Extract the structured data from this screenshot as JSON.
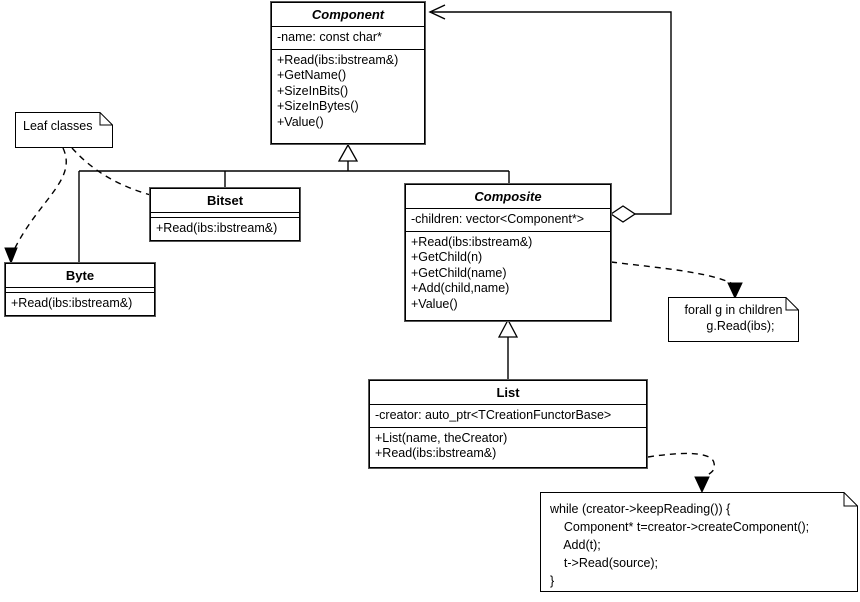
{
  "diagram": {
    "title": "Component / Composite UML class diagram",
    "background": "#ffffff",
    "line_color": "#000000"
  },
  "classes": [
    {
      "id": "component",
      "name": "Component",
      "abstract": true,
      "attributes": [
        "-name: const char*"
      ],
      "operations": [
        "+Read(ibs:ibstream&)",
        "+GetName()",
        "+SizeInBits()",
        "+SizeInBytes()",
        "+Value()"
      ]
    },
    {
      "id": "bitset",
      "name": "Bitset",
      "abstract": false,
      "attributes": [],
      "operations": [
        "+Read(ibs:ibstream&)"
      ]
    },
    {
      "id": "byte",
      "name": "Byte",
      "abstract": false,
      "attributes": [],
      "operations": [
        "+Read(ibs:ibstream&)"
      ]
    },
    {
      "id": "composite",
      "name": "Composite",
      "abstract": true,
      "attributes": [
        "-children: vector<Component*>"
      ],
      "operations": [
        "+Read(ibs:ibstream&)",
        "+GetChild(n)",
        "+GetChild(name)",
        "+Add(child,name)",
        "+Value()"
      ]
    },
    {
      "id": "list",
      "name": "List",
      "abstract": false,
      "attributes": [
        "-creator: auto_ptr<TCreationFunctorBase>"
      ],
      "operations": [
        "+List(name, theCreator)",
        "+Read(ibs:ibstream&)"
      ]
    }
  ],
  "notes": [
    {
      "id": "leaf-note",
      "text": "Leaf classes"
    },
    {
      "id": "forall-note",
      "text": "forall g in children\n    g.Read(ibs);"
    },
    {
      "id": "while-note",
      "text": "while (creator->keepReading()) {\n    Component* t=creator->createComponent();\n    Add(t);\n    t->Read(source);\n}"
    }
  ],
  "relationships": [
    {
      "id": "bitset-generalizes-component",
      "type": "generalization",
      "from": "Bitset",
      "to": "Component"
    },
    {
      "id": "byte-generalizes-component",
      "type": "generalization",
      "from": "Byte",
      "to": "Component"
    },
    {
      "id": "composite-generalizes-component",
      "type": "generalization",
      "from": "Composite",
      "to": "Component"
    },
    {
      "id": "list-generalizes-composite",
      "type": "generalization",
      "from": "List",
      "to": "Composite"
    },
    {
      "id": "composite-aggregates-component",
      "type": "aggregation",
      "from": "Composite",
      "to": "Component"
    },
    {
      "id": "leaf-note-anchor-byte",
      "type": "note-anchor",
      "from": "Leaf classes",
      "to": "Byte"
    },
    {
      "id": "leaf-note-anchor-bitset",
      "type": "note-anchor",
      "from": "Leaf classes",
      "to": "Bitset"
    },
    {
      "id": "composite-note-anchor",
      "type": "note-anchor",
      "from": "Composite",
      "to": "forall g in children"
    },
    {
      "id": "list-note-anchor",
      "type": "note-anchor",
      "from": "List",
      "to": "while (creator->keepReading())"
    }
  ]
}
